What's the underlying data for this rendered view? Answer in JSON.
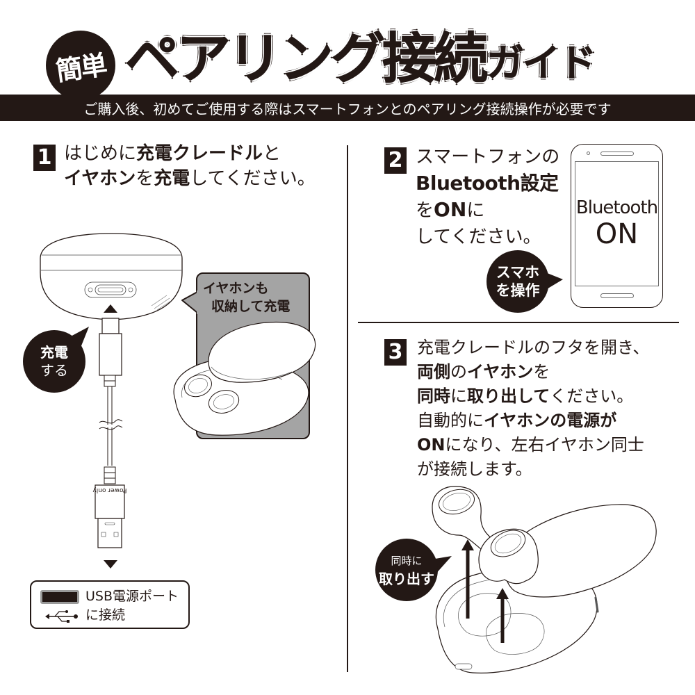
{
  "title": {
    "badge": "簡単",
    "main": "ペアリング接続",
    "suffix": "ガイド"
  },
  "banner": {
    "text": "ご購入後、初めてご使用する際はスマートフォンとのペアリング接続操作が必要です"
  },
  "colors": {
    "ink": "#231815",
    "callout_gray": "#a4a4a4",
    "white": "#ffffff"
  },
  "step1": {
    "number": "1",
    "line1": [
      {
        "text": "はじめに",
        "bold": false
      },
      {
        "text": "充電クレードル",
        "bold": true
      },
      {
        "text": "と",
        "bold": false
      }
    ],
    "line2": [
      {
        "text": "イヤホン",
        "bold": true
      },
      {
        "text": "を",
        "bold": false
      },
      {
        "text": "充電",
        "bold": true
      },
      {
        "text": "してください。",
        "bold": false
      }
    ],
    "bubble": {
      "line1": "充電",
      "line2": "する"
    },
    "callout": {
      "line1": "イヤホンも",
      "line2": "収納して充電"
    },
    "cable_label": "Power only",
    "usb_box": {
      "line1": "USB電源ポート",
      "line2": "に接続"
    }
  },
  "step2": {
    "number": "2",
    "line1": [
      {
        "text": "スマートフォンの",
        "bold": false
      }
    ],
    "line2": [
      {
        "text": "Bluetooth設定",
        "bold": true
      }
    ],
    "line3": [
      {
        "text": "を",
        "bold": false
      },
      {
        "text": "ON",
        "bold": true
      },
      {
        "text": "に",
        "bold": false
      }
    ],
    "line4": [
      {
        "text": "してください。",
        "bold": false
      }
    ],
    "bubble": {
      "line1": "スマホ",
      "line2": "を操作"
    },
    "phone_screen": {
      "line1": "Bluetooth",
      "line2": "ON"
    }
  },
  "step3": {
    "number": "3",
    "line1": [
      {
        "text": "充電クレードルのフタを開き、",
        "bold": false
      }
    ],
    "line2": [
      {
        "text": "両側",
        "bold": true
      },
      {
        "text": "の",
        "bold": false
      },
      {
        "text": "イヤホン",
        "bold": true
      },
      {
        "text": "を",
        "bold": false
      }
    ],
    "line3": [
      {
        "text": "同時",
        "bold": true
      },
      {
        "text": "に",
        "bold": false
      },
      {
        "text": "取り出して",
        "bold": true
      },
      {
        "text": "ください。",
        "bold": false
      }
    ],
    "line4": [
      {
        "text": "自動的に",
        "bold": false
      },
      {
        "text": "イヤホンの電源が",
        "bold": true
      }
    ],
    "line5": [
      {
        "text": "ON",
        "bold": true
      },
      {
        "text": "になり、左右イヤホン同士",
        "bold": false
      }
    ],
    "line6": [
      {
        "text": "が接続します。",
        "bold": false
      }
    ],
    "bubble": {
      "line1": "同時に",
      "line2": "取り出す"
    }
  }
}
